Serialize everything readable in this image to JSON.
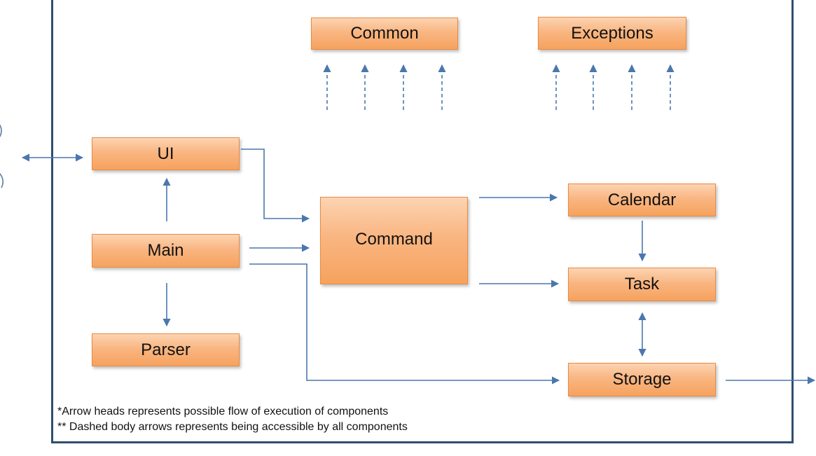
{
  "diagram": {
    "nodes": {
      "common": "Common",
      "exceptions": "Exceptions",
      "ui": "UI",
      "main": "Main",
      "parser": "Parser",
      "command": "Command",
      "calendar": "Calendar",
      "task": "Task",
      "storage": "Storage"
    },
    "notes": {
      "arrow_heads": "*Arrow heads represents possible flow of execution of components",
      "dashed_arrows": "** Dashed body arrows represents being accessible by all components"
    },
    "edges": [
      {
        "from": "external-user",
        "to": "ui",
        "style": "solid",
        "direction": "both"
      },
      {
        "from": "main",
        "to": "ui",
        "style": "solid",
        "direction": "forward"
      },
      {
        "from": "main",
        "to": "parser",
        "style": "solid",
        "direction": "forward"
      },
      {
        "from": "ui",
        "to": "command",
        "style": "solid",
        "direction": "forward"
      },
      {
        "from": "main",
        "to": "command",
        "style": "solid",
        "direction": "forward"
      },
      {
        "from": "main",
        "to": "storage",
        "style": "solid",
        "direction": "forward"
      },
      {
        "from": "command",
        "to": "calendar",
        "style": "solid",
        "direction": "forward"
      },
      {
        "from": "command",
        "to": "task",
        "style": "solid",
        "direction": "forward"
      },
      {
        "from": "calendar",
        "to": "task",
        "style": "solid",
        "direction": "forward"
      },
      {
        "from": "task",
        "to": "storage",
        "style": "solid",
        "direction": "both"
      },
      {
        "from": "storage",
        "to": "external-file",
        "style": "solid",
        "direction": "forward"
      },
      {
        "from": "components",
        "to": "common",
        "style": "dashed",
        "direction": "forward",
        "count": 4
      },
      {
        "from": "components",
        "to": "exceptions",
        "style": "dashed",
        "direction": "forward",
        "count": 4
      }
    ],
    "colors": {
      "frame": "#2f4e70",
      "arrow": "#4a77ad",
      "node_fill_top": "#fcd4b2",
      "node_fill_bottom": "#f6a25e",
      "node_border": "#e98a43"
    }
  }
}
